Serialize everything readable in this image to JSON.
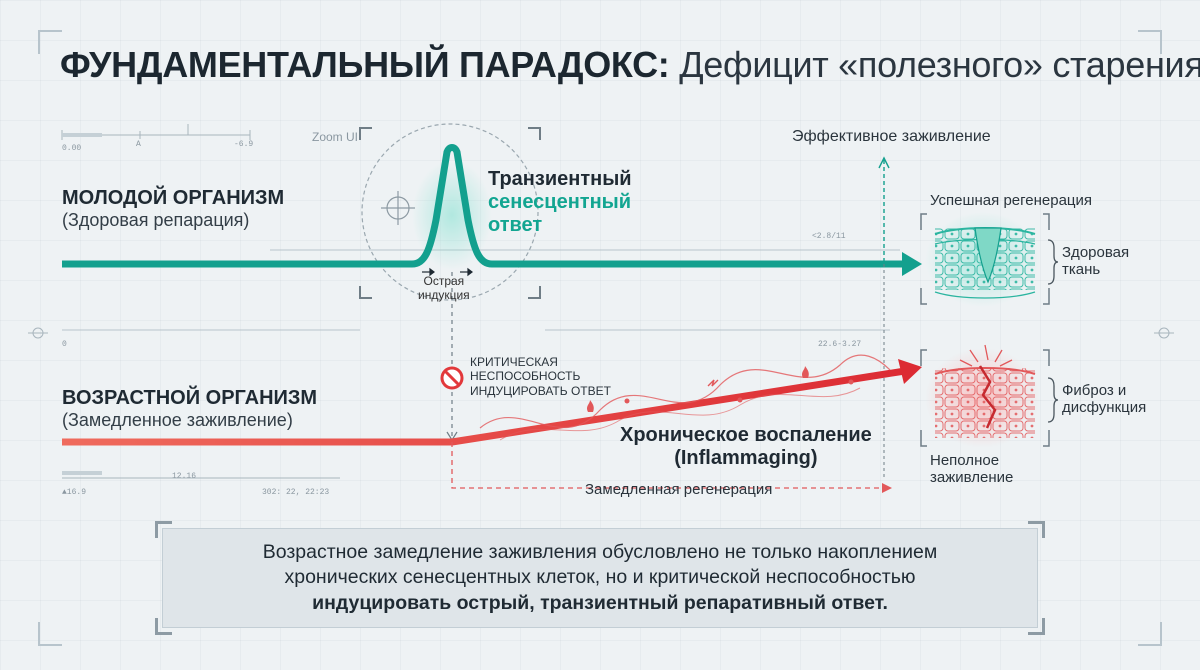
{
  "title": {
    "bold": "ФУНДАМЕНТАЛЬНЫЙ ПАРАДОКС:",
    "regular": " Дефицит «полезного» старения"
  },
  "young": {
    "title": "МОЛОДОЙ ОРГАНИЗМ",
    "subtitle": "(Здоровая репарация)"
  },
  "old": {
    "title": "ВОЗРАСТНОЙ ОРГАНИЗМ",
    "subtitle": "(Замедленное заживление)"
  },
  "peak": {
    "line1": "Транзиентный",
    "line2": "сенесцентный",
    "line3": "ответ"
  },
  "acute": {
    "line1": "Острая",
    "line2": "индукция"
  },
  "zoom_ui": "Zoom UI",
  "effective_healing": "Эффективное заживление",
  "success_regen": "Успешная регенерация",
  "healthy_tissue": {
    "line1": "Здоровая",
    "line2": "ткань"
  },
  "critical": {
    "line1": "КРИТИЧЕСКАЯ",
    "line2": "НЕСПОСОБНОСТЬ",
    "line3": "ИНДУЦИРОВАТЬ ОТВЕТ"
  },
  "chronic": {
    "line1": "Хроническое воспаление",
    "line2": "(Inflammaging)"
  },
  "slow_regen": "Замедленная регенерация",
  "fibrosis": {
    "line1": "Фиброз и",
    "line2": "дисфункция"
  },
  "incomplete": {
    "line1": "Неполное",
    "line2": "заживление"
  },
  "ticks": {
    "t1": "0.00",
    "t2": "A",
    "t3": "-6.9",
    "t4": "<2.8/11",
    "t5": "0",
    "t6": "22.6-3.27",
    "t7": "12.16",
    "t8": "▲16.9",
    "t9": "302: 22, 22:23"
  },
  "summary": {
    "line1": "Возрастное замедление заживления обусловлено не только накоплением",
    "line2": "хронических сенесцентных клеток, но и критической неспособностью",
    "line3": "индуцировать острый, транзиентный репаративный ответ."
  },
  "colors": {
    "teal": "#13a08e",
    "red": "#e2383b",
    "dark": "#1f2a33"
  }
}
